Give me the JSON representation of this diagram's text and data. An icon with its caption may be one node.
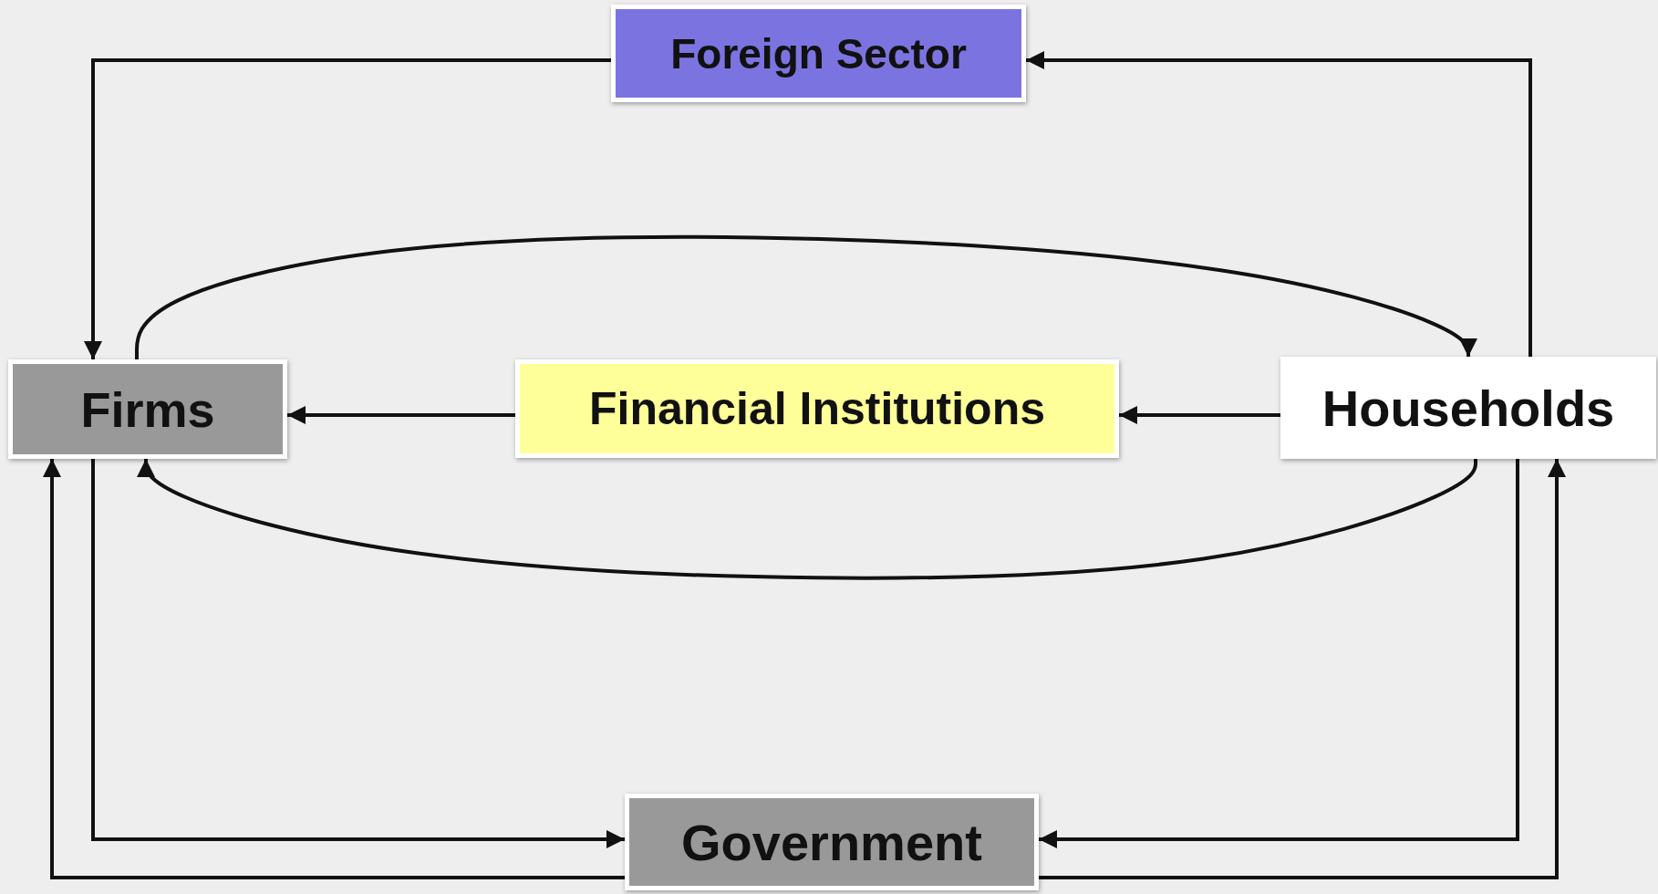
{
  "diagram": {
    "nodes": [
      {
        "text": [
          "Foreign Sector"
        ]
      },
      {
        "text": [
          "Firms"
        ]
      },
      {
        "text": [
          "Financial Institutions"
        ]
      },
      {
        "text": [
          "Households"
        ]
      },
      {
        "text": [
          "Government"
        ]
      }
    ],
    "edges": [
      {
        "from": 0,
        "to": 1,
        "arrow": "to"
      },
      {
        "from": 3,
        "to": 0,
        "arrow": "to"
      },
      {
        "from": 2,
        "to": 1,
        "arrow": "to"
      },
      {
        "from": 3,
        "to": 2,
        "arrow": "to"
      },
      {
        "from": 1,
        "to": 3,
        "arrow": "to"
      },
      {
        "from": 3,
        "to": 1,
        "arrow": "to"
      },
      {
        "from": 1,
        "to": 4,
        "arrow": "to"
      },
      {
        "from": 4,
        "to": 1,
        "arrow": "to"
      },
      {
        "from": 3,
        "to": 4,
        "arrow": "to"
      },
      {
        "from": 4,
        "to": 3,
        "arrow": "to"
      }
    ]
  }
}
